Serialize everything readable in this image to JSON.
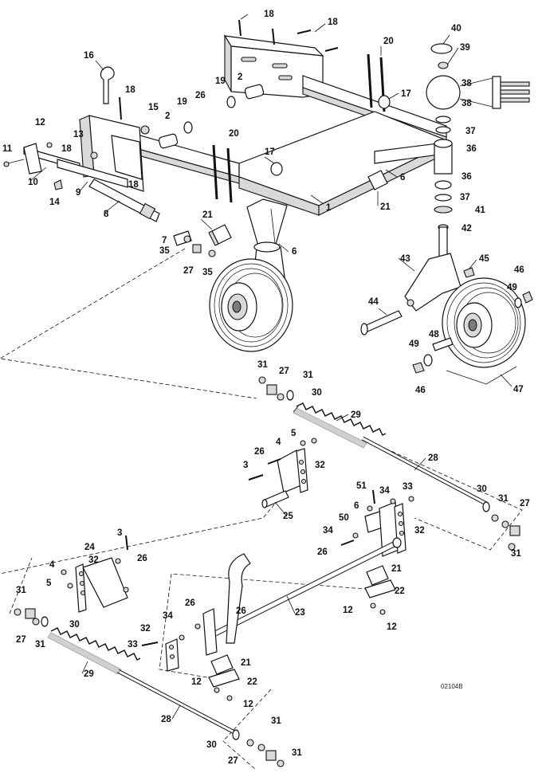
{
  "drawing_code": "02104B",
  "callouts": [
    "1",
    "2",
    "3",
    "4",
    "5",
    "6",
    "7",
    "8",
    "9",
    "10",
    "11",
    "12",
    "13",
    "14",
    "15",
    "16",
    "17",
    "18",
    "19",
    "20",
    "21",
    "22",
    "23",
    "24",
    "25",
    "26",
    "27",
    "28",
    "29",
    "30",
    "31",
    "32",
    "33",
    "34",
    "35",
    "36",
    "37",
    "38",
    "39",
    "40",
    "41",
    "42",
    "43",
    "44",
    "45",
    "46",
    "47",
    "48",
    "49",
    "50",
    "51"
  ],
  "colors": {
    "line": "#111111",
    "background": "#ffffff",
    "shade": "#d9d9d9"
  }
}
